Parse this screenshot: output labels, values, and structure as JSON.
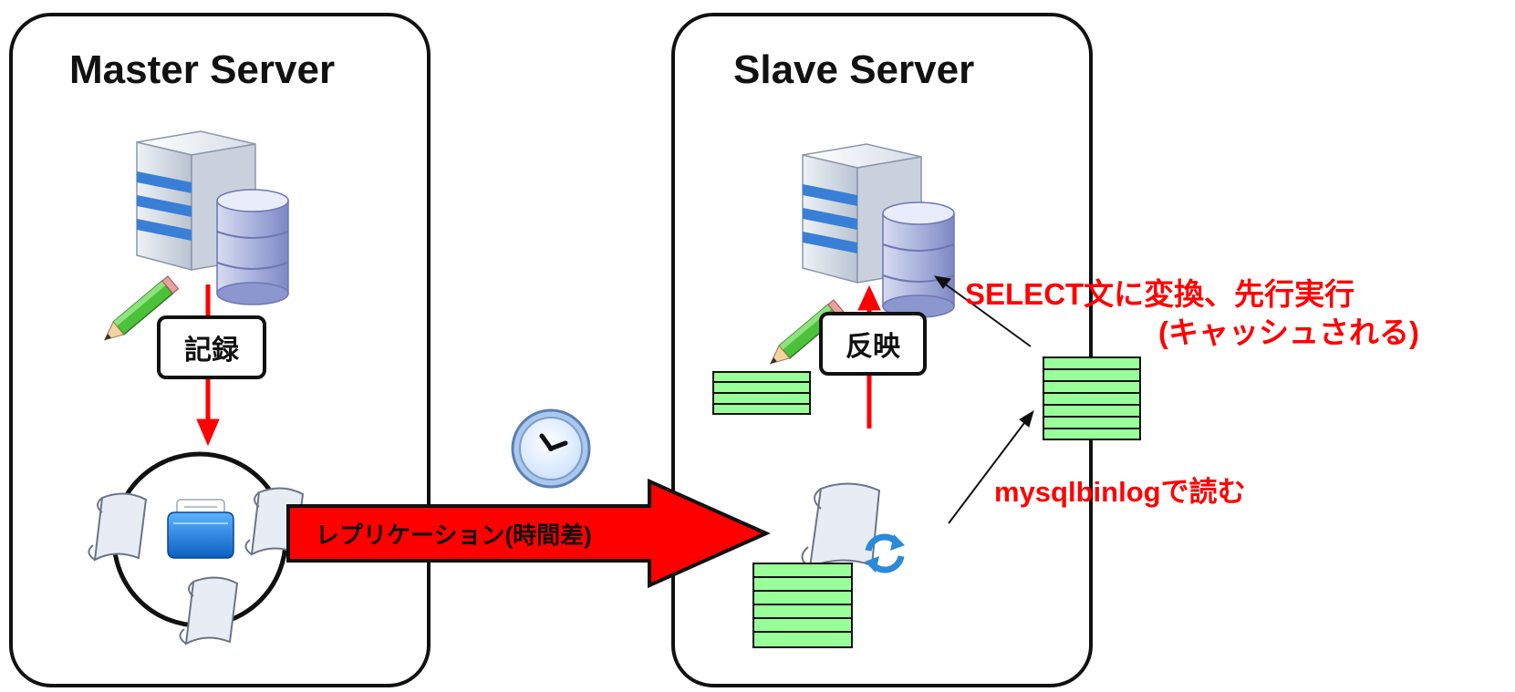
{
  "master": {
    "title": "Master Server",
    "write_label": "記録"
  },
  "slave": {
    "title": "Slave Server",
    "apply_label": "反映"
  },
  "replication": {
    "label": "レプリケーション(時間差)"
  },
  "annotations": {
    "select_line1": "SELECT文に変換、先行実行",
    "select_line2": "(キャッシュされる)",
    "read_label": "mysqlbinlogで読む"
  },
  "colors": {
    "accent_red": "#ff0000",
    "log_green": "#99ff99",
    "server_blue": "#3a7fd6",
    "outline": "#111111"
  },
  "icons": [
    "server-database-icon",
    "pencil-icon",
    "clock-icon",
    "scroll-icon",
    "blue-folder-icon",
    "refresh-icon"
  ]
}
